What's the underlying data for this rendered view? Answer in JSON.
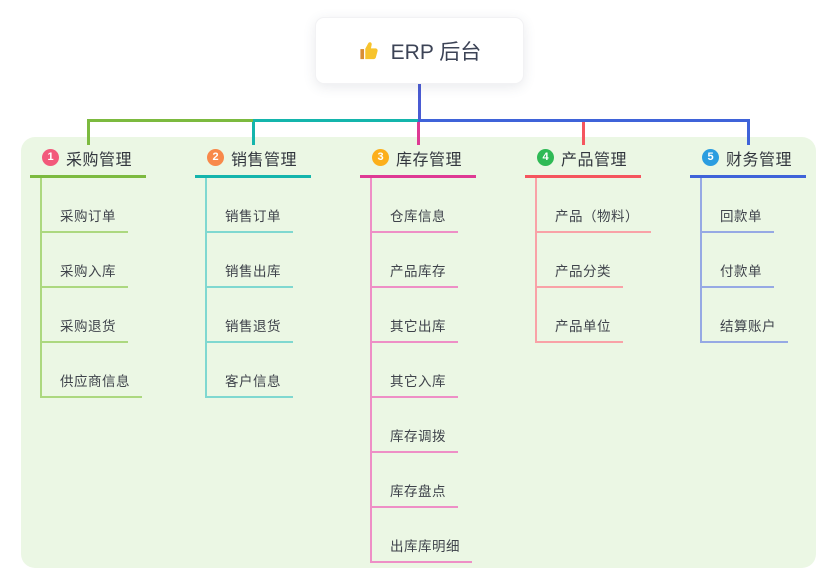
{
  "root": {
    "label": "ERP 后台",
    "icon": "thumbs-up-icon",
    "icon_colors": {
      "main": "#F7C32C",
      "cuff": "#D98E34"
    }
  },
  "panel": {
    "background": "#EBF7E4"
  },
  "connector": {
    "stem_color": "#4A5BD3"
  },
  "branches": [
    {
      "num": "1",
      "label": "采购管理",
      "colors": {
        "badge": "#F2597B",
        "main": "#7CBA3F",
        "light": "#ACD87F"
      },
      "children": [
        "采购订单",
        "采购入库",
        "采购退货",
        "供应商信息"
      ]
    },
    {
      "num": "2",
      "label": "销售管理",
      "colors": {
        "badge": "#F8894A",
        "main": "#14B5AC",
        "light": "#7FD8D0"
      },
      "children": [
        "销售订单",
        "销售出库",
        "销售退货",
        "客户信息"
      ]
    },
    {
      "num": "3",
      "label": "库存管理",
      "colors": {
        "badge": "#FCAF1B",
        "main": "#DE3A94",
        "light": "#EE8FC6"
      },
      "children": [
        "仓库信息",
        "产品库存",
        "其它出库",
        "其它入库",
        "库存调拨",
        "库存盘点",
        "出库库明细"
      ]
    },
    {
      "num": "4",
      "label": "产品管理",
      "colors": {
        "badge": "#2FBA55",
        "main": "#F5555E",
        "light": "#F9A2A7"
      },
      "children": [
        "产品（物料）",
        "产品分类",
        "产品单位"
      ]
    },
    {
      "num": "5",
      "label": "财务管理",
      "colors": {
        "badge": "#2B9DE0",
        "main": "#3F63D9",
        "light": "#96A9E4"
      },
      "children": [
        "回款单",
        "付款单",
        "结算账户"
      ]
    }
  ]
}
